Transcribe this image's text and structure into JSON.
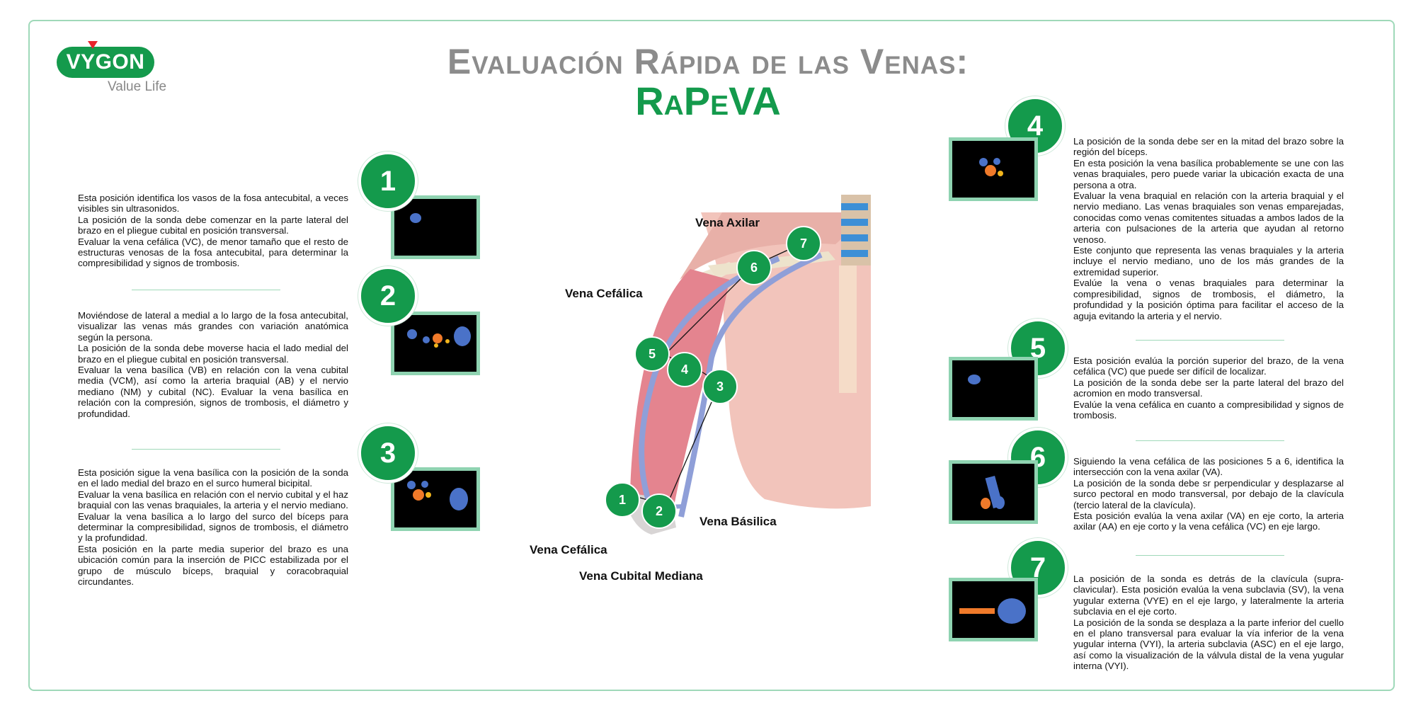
{
  "logo": {
    "brand": "VYGON",
    "tagline": "Value Life"
  },
  "title": "Evaluación Rápida de las Venas:",
  "subtitle": "RaPeVA",
  "diagram_labels": {
    "vena_axilar": "Vena Axilar",
    "vena_cefalica_upper": "Vena Cefálica",
    "vena_basilica": "Vena Básilica",
    "vena_cefalica_lower": "Vena Cefálica",
    "vena_cubital_mediana": "Vena Cubital Mediana"
  },
  "diagram_steps": [
    "1",
    "2",
    "3",
    "4",
    "5",
    "6",
    "7"
  ],
  "steps": [
    {
      "number": "1",
      "text": [
        "Esta posición identifica los vasos de la fosa antecubital, a veces visibles sin ultrasonidos.",
        "La posición de la sonda debe comenzar en la parte lateral del brazo en el pliegue cubital en posición transversal.",
        "Evaluar la vena cefálica (VC), de menor tamaño que el resto de estructuras venosas de la fosa antecubital, para determinar la compresibilidad y signos de trombosis."
      ]
    },
    {
      "number": "2",
      "text": [
        "Moviéndose de lateral a medial a lo largo de la fosa antecubital, visualizar las venas más grandes con variación anatómica según la persona.",
        "La posición de la sonda debe moverse hacia el lado medial del brazo en el pliegue cubital en posición transversal.",
        "Evaluar la vena basílica (VB) en relación con la vena cubital media (VCM), así como la arteria braquial (AB) y el nervio mediano (NM) y cubital (NC). Evaluar la vena basílica en relación con la compresión, signos de trombosis, el diámetro y profundidad."
      ]
    },
    {
      "number": "3",
      "text": [
        "Esta posición sigue la vena basílica con la posición de la sonda en el lado medial del brazo en el surco humeral bicipital.",
        "Evaluar la vena basílica en relación con el nervio cubital y el haz braquial con las venas braquiales, la arteria y el nervio mediano. Evaluar la vena basílica a lo largo del surco del bíceps para determinar la compresibilidad, signos de trombosis, el diámetro y la profundidad.",
        "Esta posición en la parte media superior del brazo es una ubicación común para la inserción de PICC estabilizada por el grupo de músculo bíceps, braquial y coracobraquial circundantes."
      ]
    },
    {
      "number": "4",
      "text": [
        "La posición de la sonda debe ser en la mitad del brazo sobre la región del bíceps.",
        "En esta posición la vena basílica probablemente se une con las venas braquiales, pero puede variar la ubicación exacta de una persona a otra.",
        "Evaluar la vena braquial en relación con la arteria braquial y el nervio mediano. Las venas braquiales son venas emparejadas, conocidas como venas comitentes situadas a ambos lados de la arteria con pulsaciones de la arteria que ayudan al retorno venoso.",
        "Este conjunto que representa las venas braquiales y la arteria incluye el nervio mediano, uno de los más grandes de la extremidad superior.",
        "Evalúe la vena o venas braquiales para determinar la compresibilidad, signos de trombosis, el diámetro, la profundidad y la posición óptima para facilitar el acceso de la aguja evitando la arteria y el nervio."
      ]
    },
    {
      "number": "5",
      "text": [
        "Esta posición evalúa la porción superior del brazo, de la vena cefálica (VC) que puede ser difícil de localizar.",
        "La posición de la sonda debe ser la parte lateral del brazo del acromion en modo transversal.",
        "Evalúe la vena cefálica en cuanto a compresibilidad y signos de trombosis."
      ]
    },
    {
      "number": "6",
      "text": [
        "Siguiendo la vena cefálica de las posiciones 5 a 6, identifica la intersección con la vena axilar (VA).",
        "La posición de la sonda debe sr perpendicular y desplazarse al surco pectoral en modo transversal, por debajo de la clavícula (tercio lateral de la clavícula).",
        "Esta posición evalúa la vena axilar (VA) en eje corto, la arteria axilar (AA) en eje corto y la vena cefálica (VC) en eje largo."
      ]
    },
    {
      "number": "7",
      "text": [
        "La posición de la sonda es detrás de la clavícula (supra-clavicular). Esta posición evalúa la vena subclavia (SV), la vena yugular externa (VYE) en el eje largo, y lateralmente la arteria subclavia en el eje corto.",
        "La posición de la sonda se desplaza a la parte inferior del cuello en el plano transversal para evaluar la vía inferior de la vena yugular interna (VYI), la arteria subclavia (ASC) en el eje largo, así como la visualización de la válvula distal de la vena yugular interna (VYI)."
      ]
    }
  ],
  "colors": {
    "brand_green": "#149a4c",
    "border_green": "#8fd3b1",
    "vein_blue": "#4a72c8",
    "artery_orange": "#f07a2a",
    "nerve_yellow": "#f2b51c",
    "title_gray": "#8c8c8c"
  }
}
